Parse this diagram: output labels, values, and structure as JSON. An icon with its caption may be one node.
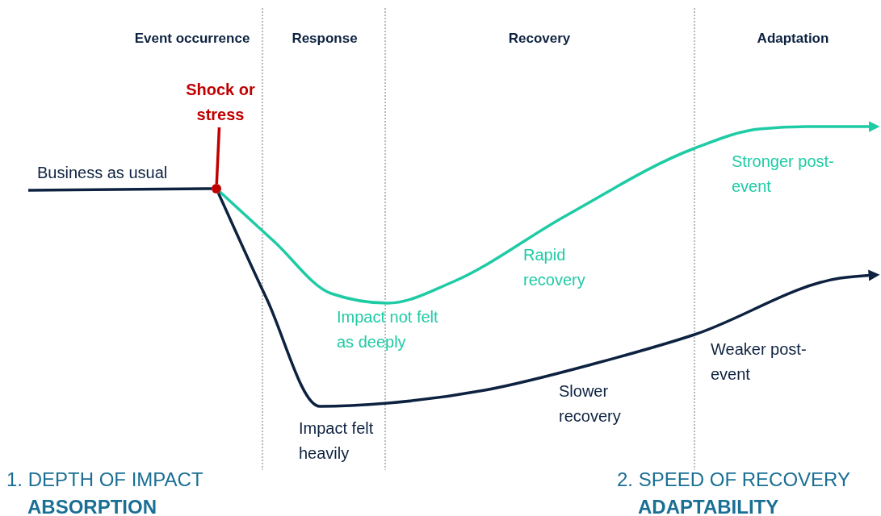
{
  "diagram": {
    "nodes": [
      {
        "text": [
          "Shock or stress"
        ]
      },
      {
        "text": [],
        "shape": "circle"
      }
    ],
    "edges": [
      {
        "from": null,
        "to": 1,
        "arrow": "none"
      },
      {
        "from": 0,
        "to": 1,
        "arrow": "none",
        "color": "#c00000"
      },
      {
        "from": 1,
        "to": null,
        "arrow": "to",
        "color": "#1ecba5"
      },
      {
        "from": 1,
        "to": null,
        "arrow": "to"
      }
    ],
    "labels": [
      "Event occurrence",
      "Response",
      "Recovery",
      "Adaptation",
      "Business as usual",
      "Stronger post-event",
      "Rapid recovery",
      "Impact not felt as deeply",
      "Weaker post-event",
      "Slower recovery",
      "Impact felt heavily",
      "1. DEPTH OF IMPACT",
      "ABSORPTION",
      "2. SPEED OF RECOVERY",
      "ADAPTABILITY"
    ]
  }
}
